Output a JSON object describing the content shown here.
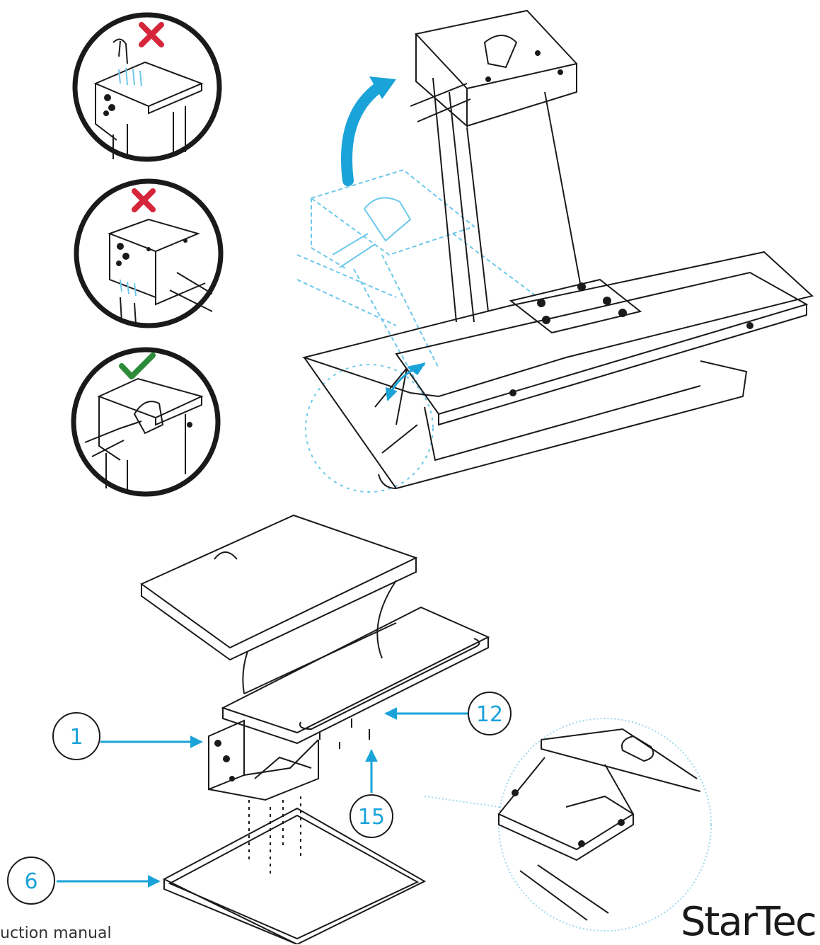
{
  "colors": {
    "line": "#1a1a1a",
    "accent_blue": "#1aa3d9",
    "ghost_blue": "#6cc8ea",
    "cross_red": "#d6263b",
    "check_green": "#2e8b3a"
  },
  "panels": {
    "wrong_1": {
      "status_icon": "cross-icon",
      "status": "incorrect"
    },
    "wrong_2": {
      "status_icon": "cross-icon",
      "status": "incorrect"
    },
    "right_1": {
      "status_icon": "check-icon",
      "status": "correct"
    }
  },
  "callouts": {
    "part_1": "1",
    "part_12": "12",
    "part_15": "15",
    "part_6": "6"
  },
  "footer": {
    "manual_text": "uction manual",
    "brand_text": "StarTec"
  }
}
